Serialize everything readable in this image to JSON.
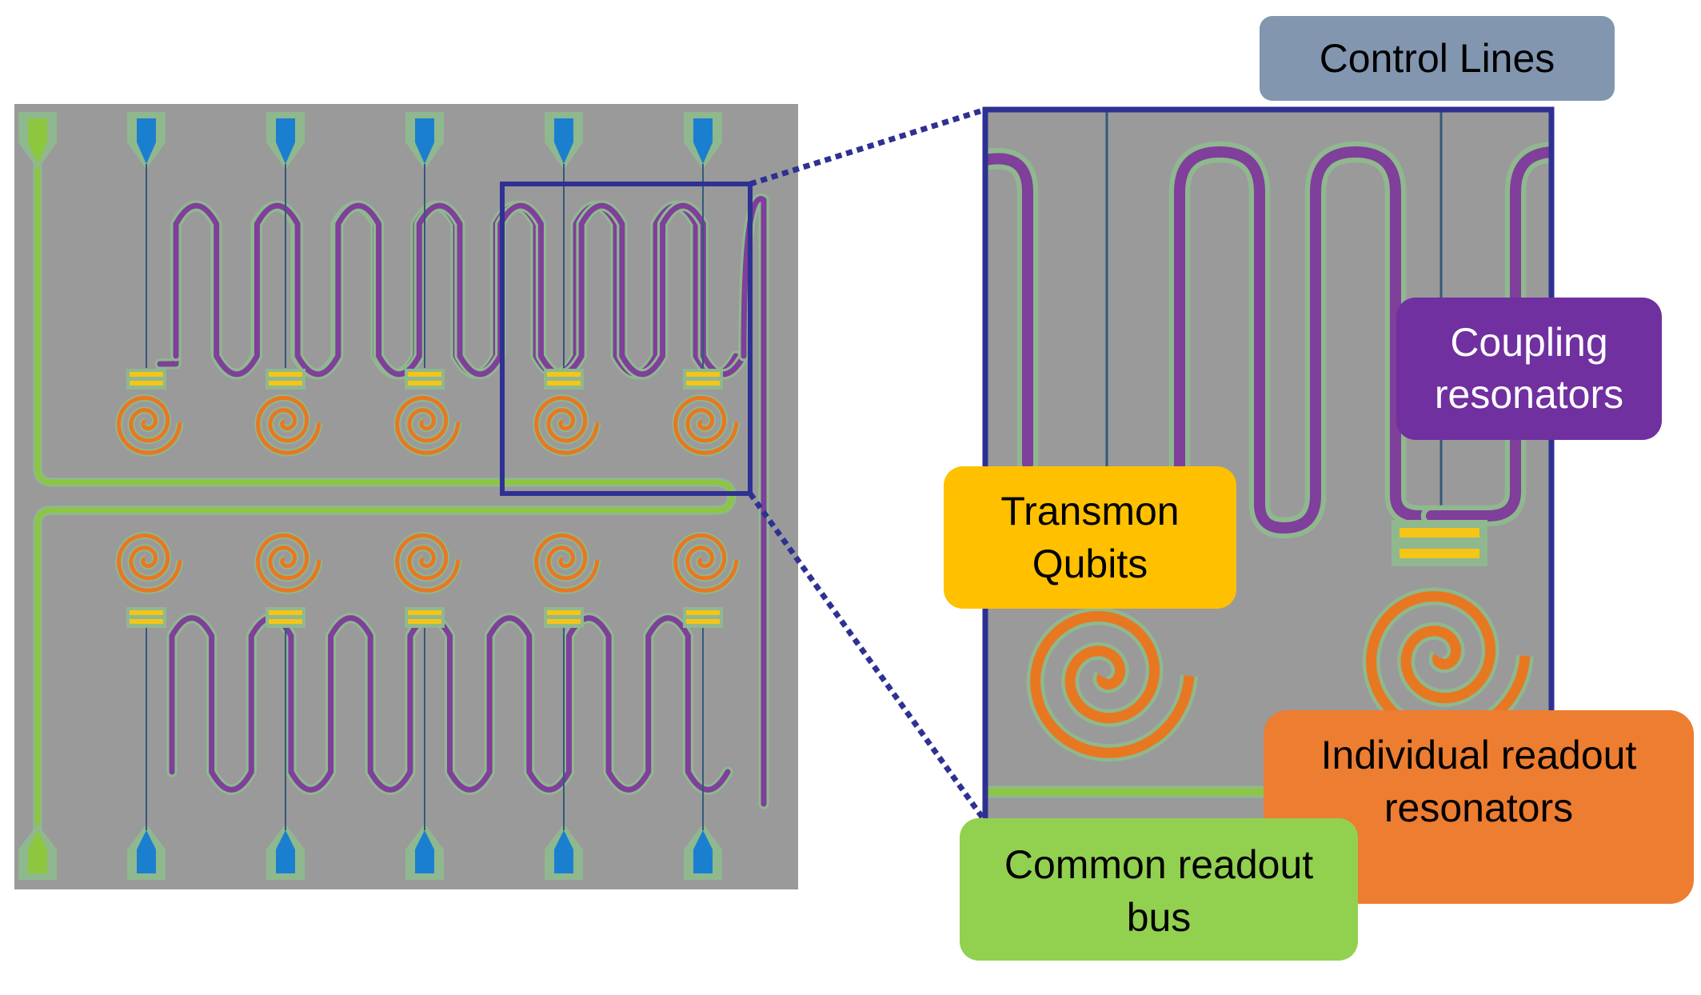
{
  "labels": {
    "control": "Control Lines",
    "coupling_1": "Coupling",
    "coupling_2": "resonators",
    "transmon_1": "Transmon",
    "transmon_2": "Qubits",
    "readout_1": "Individual readout",
    "readout_2": "resonators",
    "bus_1": "Common readout",
    "bus_2": "bus"
  },
  "colors": {
    "substrate": "#9a9a9a",
    "trace_outline": "#8fb88f",
    "pad_fill": "#1b7fd0",
    "bus_green": "#8dc63f",
    "coupler_purple": "#7f3f9a",
    "spiral_orange": "#e87722",
    "qubit_yellow": "#f5c518",
    "control_line": "#34597a",
    "zoom_frame": "#2e3192",
    "label_control_bg": "#8296b0",
    "label_coupling_bg": "#7030a0",
    "label_transmon_bg": "#ffc000",
    "label_readout_bg": "#ed7d31",
    "label_bus_bg": "#92d050"
  },
  "icons": {
    "qubit": "transmon-qubit-icon",
    "spiral": "spiral-resonator-icon",
    "pad": "launch-pad-icon"
  }
}
